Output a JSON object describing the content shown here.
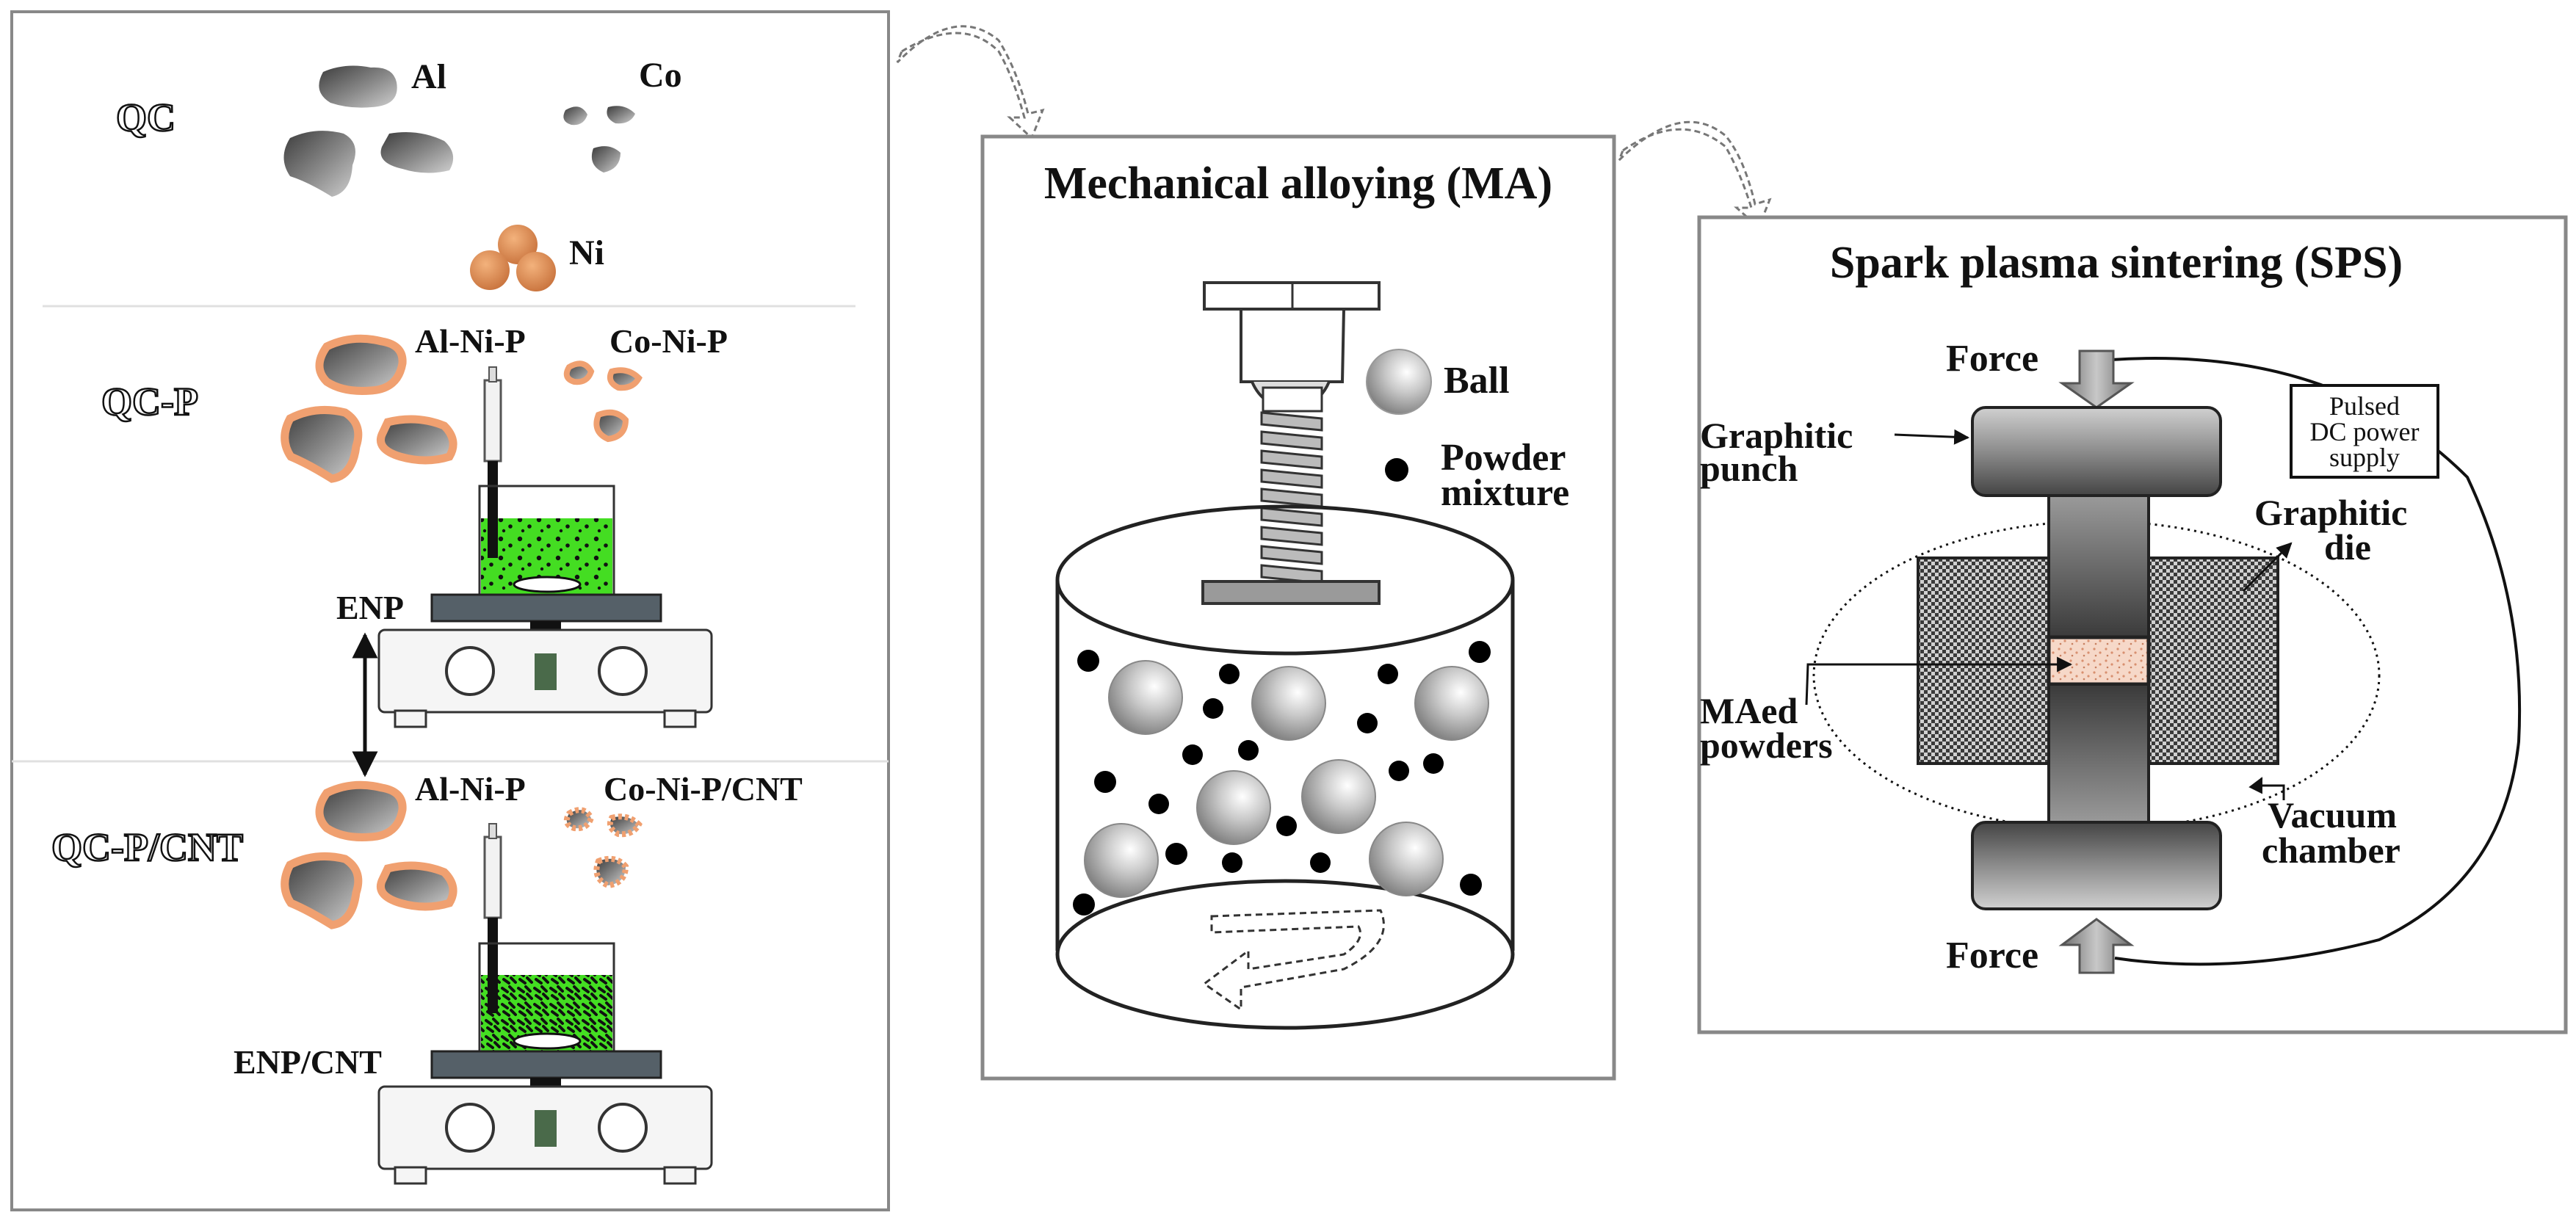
{
  "left_panel": {
    "qc": {
      "label": "QC",
      "al": "Al",
      "co": "Co",
      "ni": "Ni"
    },
    "qcp": {
      "label": "QC-P",
      "al_coat": "Al-Ni-P",
      "co_coat": "Co-Ni-P",
      "process": "ENP"
    },
    "qcpcnt": {
      "label": "QC-P/CNT",
      "al_coat": "Al-Ni-P",
      "co_coat": "Co-Ni-P/CNT",
      "process": "ENP/CNT"
    }
  },
  "ma_panel": {
    "title": "Mechanical alloying (MA)",
    "ball": "Ball",
    "powder_line1": "Powder",
    "powder_line2": "mixture"
  },
  "sps_panel": {
    "title": "Spark plasma sintering (SPS)",
    "force_top": "Force",
    "force_bottom": "Force",
    "power_line1": "Pulsed",
    "power_line2": "DC power",
    "power_line3": "supply",
    "punch_line1": "Graphitic",
    "punch_line2": "punch",
    "die_line1": "Graphitic",
    "die_line2": "die",
    "maed_line1": "MAed",
    "maed_line2": "powders",
    "vacuum_line1": "Vacuum",
    "vacuum_line2": "chamber"
  },
  "colors": {
    "particle_dark": "#4a4a4a",
    "coating": "#f0a070",
    "nickel": "#d98a55",
    "solution": "#44dd22",
    "hotplate_top": "#556068",
    "die": "#555555"
  }
}
